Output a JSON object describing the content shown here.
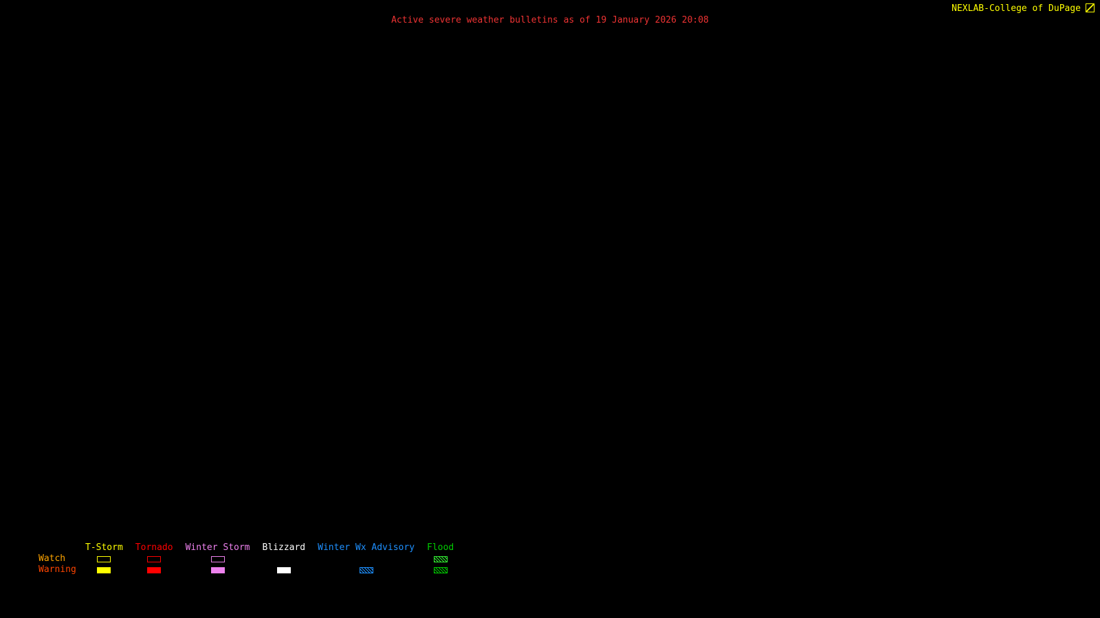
{
  "header": {
    "brand": "NEXLAB-College of DuPage",
    "brand_color": "#ffff00",
    "title": "Active severe weather bulletins as of 19 January 2026 20:08",
    "title_color": "#ee3333"
  },
  "legend": {
    "watch_label": "Watch",
    "warning_label": "Warning",
    "watch_label_color": "#ffa500",
    "warning_label_color": "#ff4500",
    "columns": [
      {
        "label": "T-Storm",
        "color": "#ffff00",
        "watch": "outline",
        "warning": "fill"
      },
      {
        "label": "Tornado",
        "color": "#ff0000",
        "watch": "outline",
        "warning": "fill"
      },
      {
        "label": "Winter Storm",
        "color": "#ee82ee",
        "watch": "outline",
        "warning": "fill"
      },
      {
        "label": "Blizzard",
        "color": "#ffffff",
        "watch": "none",
        "warning": "fill"
      },
      {
        "label": "Winter Wx Advisory",
        "color": "#1e90ff",
        "watch": "none",
        "warning": "hatch"
      },
      {
        "label": "Flood",
        "color": "#00cc00",
        "watch": "hatch",
        "warning": "hatch",
        "watch_color": "#33ee33"
      }
    ]
  }
}
